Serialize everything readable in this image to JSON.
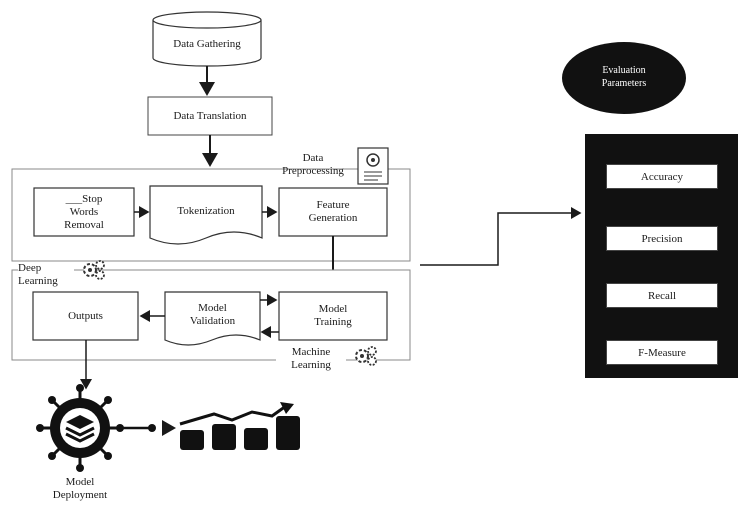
{
  "diagram": {
    "data_gathering": "Data Gathering",
    "data_translation": "Data Translation",
    "data_preprocessing": "Data\nPreprocessing",
    "stop_words_removal": "___Stop\nWords\nRemoval",
    "tokenization": "Tokenization",
    "feature_generation": "Feature\nGeneration",
    "deep_learning": "Deep\nLearning",
    "outputs": "Outputs",
    "model_validation": "Model\nValidation",
    "model_training": "Model\nTraining",
    "machine_learning": "Machine\nLearning",
    "model_deployment": "Model\nDeployment",
    "evaluation_parameters": "Evaluation\nParameters",
    "metrics": [
      "Accuracy",
      "Precision",
      "Recall",
      "F-Measure"
    ]
  },
  "icons": {
    "preprocessing": "document-gear-icon",
    "deep_learning": "gears-icon",
    "machine_learning": "gears-icon",
    "deployment": "network-hub-icon",
    "growth": "bar-chart-growth-icon"
  },
  "colors": {
    "ink": "#1a1a1a",
    "panel": "#111111",
    "frame": "#8a8a8a"
  }
}
